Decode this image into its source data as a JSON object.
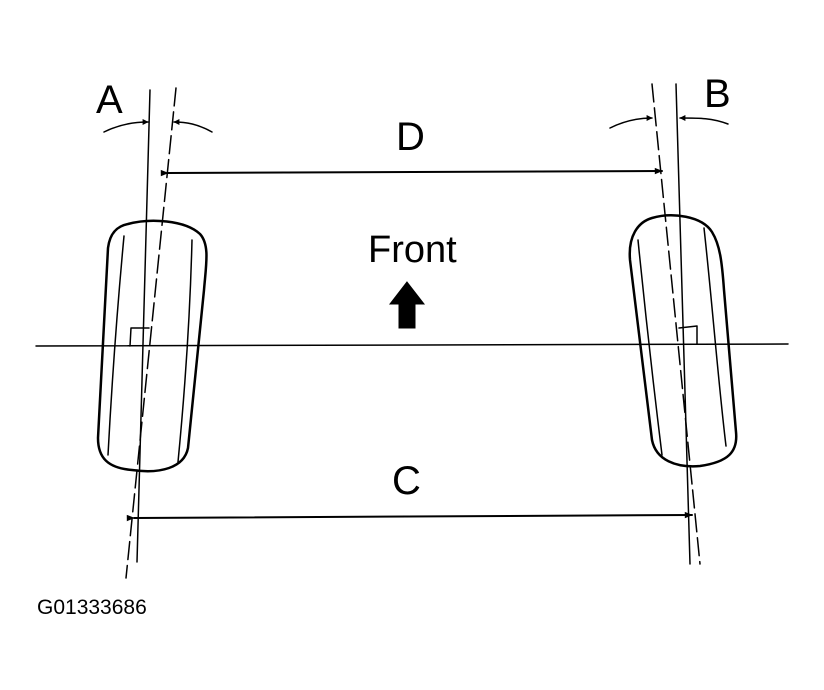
{
  "labels": {
    "a": "A",
    "b": "B",
    "c": "C",
    "d": "D",
    "front": "Front",
    "figure_code": "G01333686"
  },
  "colors": {
    "ink": "#000000",
    "background": "#ffffff"
  }
}
